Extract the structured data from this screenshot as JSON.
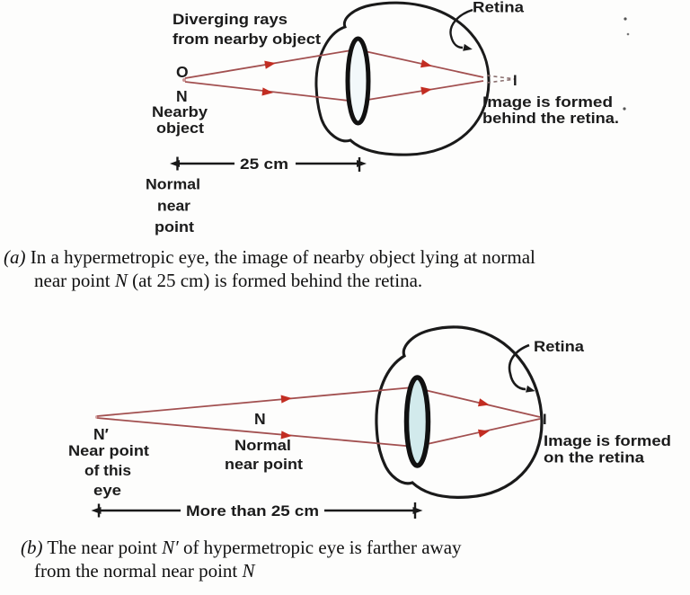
{
  "colors": {
    "ray": "#a25050",
    "arrowhead": "#c22d22",
    "outline": "#1a1a1a",
    "lens_fill_top": "#f2f8fa",
    "lens_fill_bottom": "#d2eaec",
    "dashed_image_line": "#8a7070",
    "text": "#1b1b1b"
  },
  "diagram_top": {
    "diverging_label": {
      "line1": "Diverging rays",
      "line2": "from nearby object"
    },
    "object_point_o": "O",
    "object_point_n": "N",
    "object_label": {
      "line1": "Nearby",
      "line2": "object"
    },
    "retina_label": "Retina",
    "image_point": "I",
    "image_label": {
      "line1": "Image is formed",
      "line2": "behind the retina."
    },
    "distance_label": "25 cm",
    "near_point_label": {
      "line1": "Normal",
      "line2": "near",
      "line3": "point"
    }
  },
  "caption_a": {
    "marker": "(a)",
    "line1": "In a hypermetropic eye, the image of nearby object lying at normal",
    "line2": {
      "pre": "near point ",
      "sym": "N",
      "post": " (at 25 cm) is formed behind the retina."
    }
  },
  "diagram_bottom": {
    "near_point_prime": "N′",
    "near_point_prime_label": {
      "line1": "Near point",
      "line2": "of this",
      "line3": "eye"
    },
    "normal_point": "N",
    "normal_point_label": {
      "line1": "Normal",
      "line2": "near point"
    },
    "retina_label": "Retina",
    "image_point": "I",
    "image_label": {
      "line1": "Image is formed",
      "line2": "on the retina"
    },
    "distance_label": "More than 25 cm"
  },
  "caption_b": {
    "marker": "(b)",
    "line1": {
      "pre": "The near point ",
      "sym": "N′",
      "post": " of hypermetropic eye is farther away"
    },
    "line2": {
      "pre": "from the normal near point ",
      "sym": "N"
    }
  }
}
